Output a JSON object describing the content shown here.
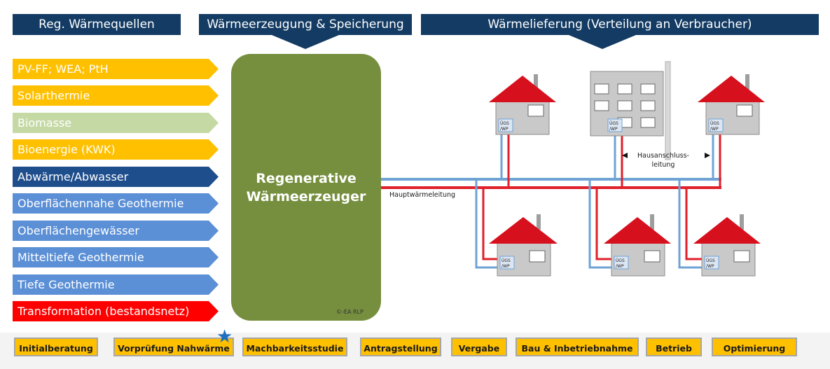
{
  "headers": {
    "sources": "Reg. Wärmequellen",
    "generation": "Wärmeerzeugung  & Speicherung",
    "delivery": "Wärmelieferung  (Verteilung an Verbraucher)"
  },
  "sources": [
    {
      "label": "PV-FF; WEA; PtH",
      "color": "#ffc000"
    },
    {
      "label": "Solarthermie",
      "color": "#ffc000"
    },
    {
      "label": "Biomasse",
      "color": "#c5d9a4"
    },
    {
      "label": "Bioenergie  (KWK)",
      "color": "#ffc000"
    },
    {
      "label": "Abwärme/Abwasser",
      "color": "#1f4e8c"
    },
    {
      "label": "Oberflächennahe  Geothermie",
      "color": "#5b8fd6"
    },
    {
      "label": "Oberflächengewässer",
      "color": "#5b8fd6"
    },
    {
      "label": "Mitteltiefe  Geothermie",
      "color": "#5b8fd6"
    },
    {
      "label": "Tiefe  Geothermie",
      "color": "#5b8fd6"
    },
    {
      "label": "Transformation  (bestandsnetz)",
      "color": "#ff0000"
    }
  ],
  "generator": {
    "title": "Regenerative\nWärmeerzeuger",
    "copyright": "©-EA RLP"
  },
  "network": {
    "main_line_label": "Hauptwärmeleitung",
    "connection_label": "Hausanschluss-\nleitung",
    "ugs_label": "ÜGS\n/WP",
    "supply_color": "#e0202a",
    "return_color": "#6fa3d6",
    "roof_color": "#d7101e",
    "house_color": "#c9c9c9"
  },
  "steps": [
    "Initialberatung",
    "Vorprüfung Nahwärme",
    "Machbarkeitsstudie",
    "Antragstellung",
    "Vergabe",
    "Bau & Inbetriebnahme",
    "Betrieb",
    "Optimierung"
  ]
}
